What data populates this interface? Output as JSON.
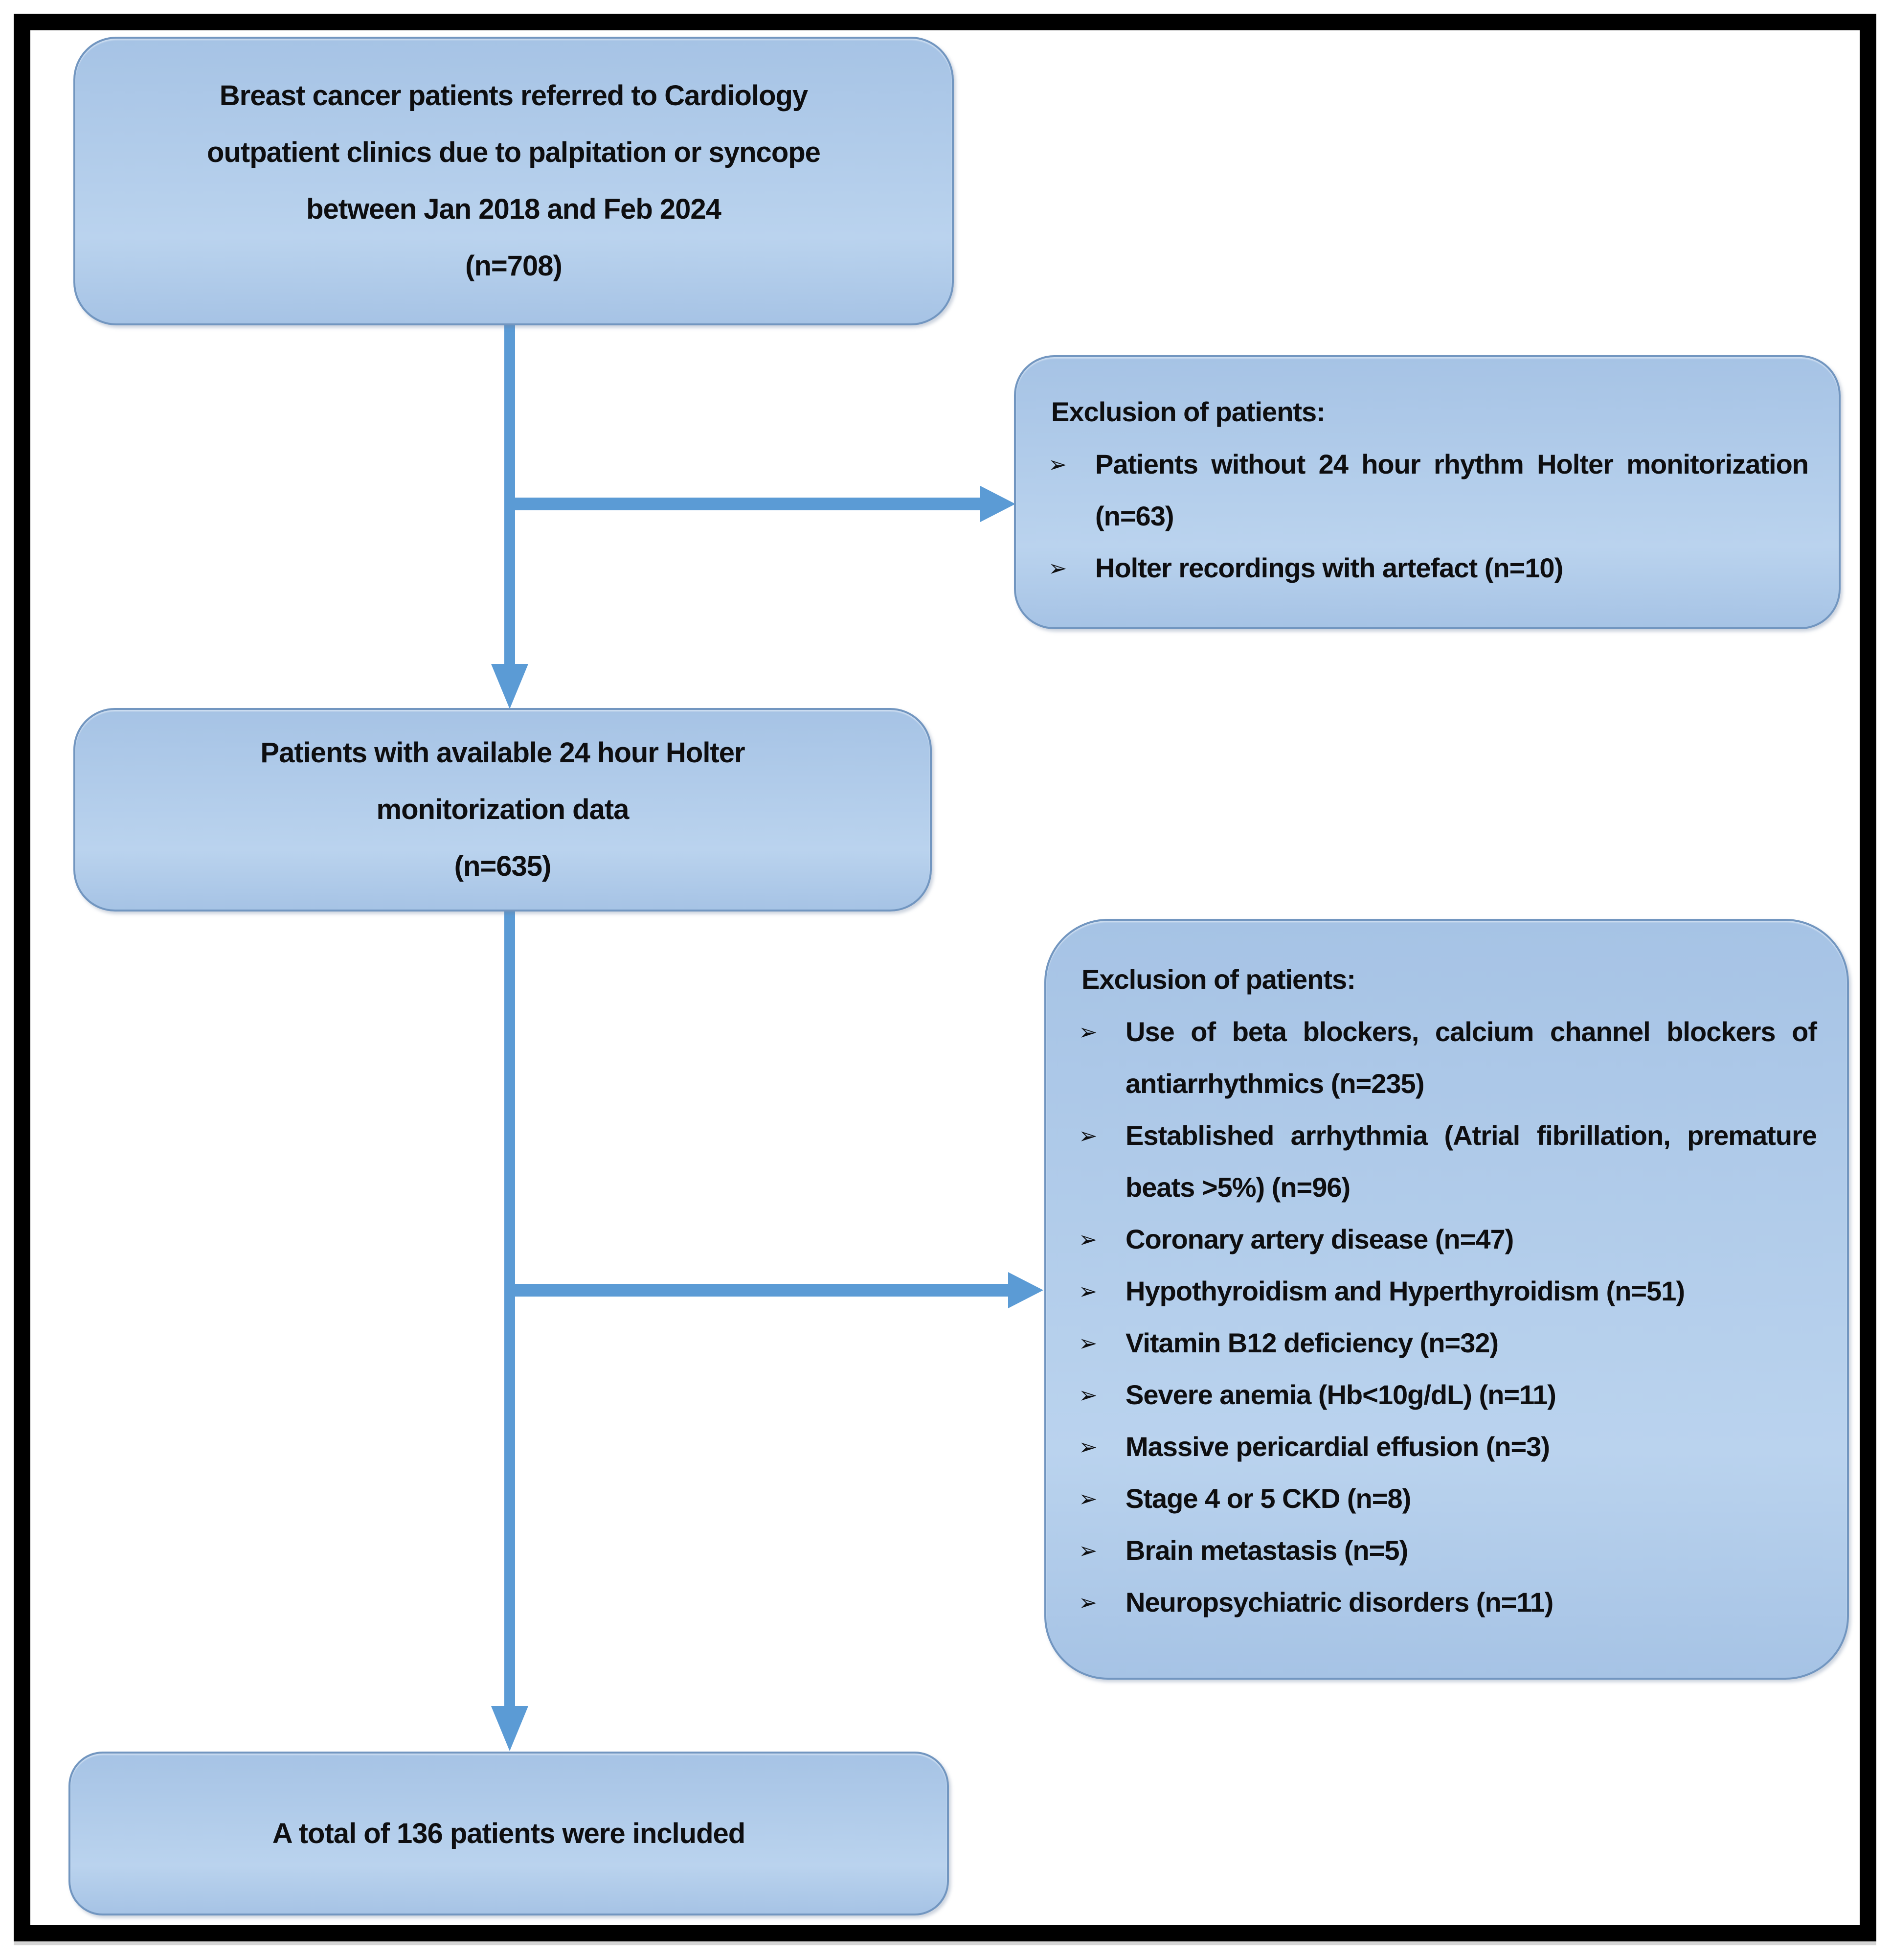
{
  "flowchart": {
    "bullet_char": "➢",
    "colors": {
      "background": "#ffffff",
      "frame": "#000000",
      "box_fill_top": "#a6c3e5",
      "box_fill_bottom": "#bad3ee",
      "box_border": "#7296c0",
      "arrow": "#5b9bd5",
      "text": "#0e0e10"
    },
    "top_box": {
      "lines": [
        "Breast cancer patients referred to Cardiology",
        "outpatient clinics due to palpitation or syncope",
        "between Jan 2018 and Feb 2024",
        "(n=708)"
      ]
    },
    "middle_box": {
      "lines": [
        "Patients with available 24 hour Holter",
        "monitorization data",
        "(n=635)"
      ]
    },
    "bottom_box": {
      "lines": [
        "A total of 136 patients were included"
      ]
    },
    "exclusion_boxes": [
      {
        "title": "Exclusion of patients:",
        "items": [
          "Patients without 24 hour rhythm Holter monitorization (n=63)",
          "Holter recordings with artefact (n=10)"
        ]
      },
      {
        "title": "Exclusion of patients:",
        "items": [
          "Use of beta blockers, calcium channel blockers of antiarrhythmics (n=235)",
          "Established arrhythmia (Atrial fibrillation, premature beats >5%) (n=96)",
          "Coronary artery disease (n=47)",
          "Hypothyroidism and Hyperthyroidism (n=51)",
          "Vitamin B12 deficiency (n=32)",
          "Severe anemia (Hb<10g/dL) (n=11)",
          "Massive pericardial effusion (n=3)",
          "Stage 4 or 5 CKD (n=8)",
          "Brain metastasis (n=5)",
          "Neuropsychiatric disorders (n=11)"
        ]
      }
    ]
  }
}
